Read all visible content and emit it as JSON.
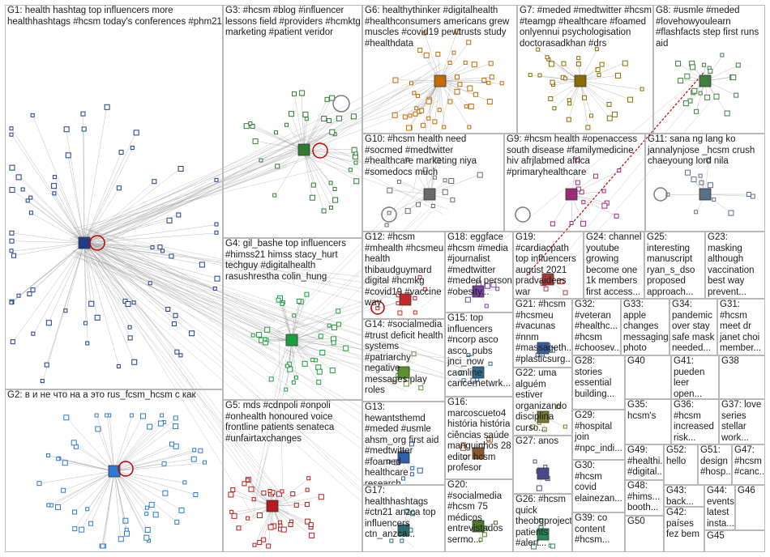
{
  "groups": [
    {
      "id": "G1",
      "label": "G1: health hashtag top influencers more healthhashtags #hcsm today's conferences #phm21"
    },
    {
      "id": "G2",
      "label": "G2: в и не что на а это rus_fcsm_hcsm с как"
    },
    {
      "id": "G3",
      "label": "G3: #hcsm #blog #influencer lessons field #providers #hcmktg marketing #patient veridor"
    },
    {
      "id": "G4",
      "label": "G4: gil_bashe top influencers #himss21 himss stacy_hurt techguy #digitalhealth rasushrestha colin_hung"
    },
    {
      "id": "G5",
      "label": "G5: mds #cdnpoli #onpoli #onhealth honoured voice frontline patients senateca #unfairtaxchanges"
    },
    {
      "id": "G6",
      "label": "G6: healthythinker #digitalhealth #healthconsumers americans grew muscles #covid19 pewtrusts study #healthdata"
    },
    {
      "id": "G7",
      "label": "G7: #meded #medtwitter #hcsm #teamgp #healthcare #foamed onlyennui psychologisation doctorasadkhan #drs"
    },
    {
      "id": "G8",
      "label": "G8: #usmle #meded #lovehowyoulearn #flashfacts step first runs aid"
    },
    {
      "id": "G9",
      "label": "G9: #hcsm health #openaccess south disease #familymedicine hiv afrjlabmed africa #primaryhealthcare"
    },
    {
      "id": "G10",
      "label": "G10: #hcsm health need #socmed #medtwitter #healthcare marketing niya #somedocs much"
    },
    {
      "id": "G11",
      "label": "G11: sana ng lang ko jannalynjose _hcsm crush chaeyoung lord nila"
    },
    {
      "id": "G12",
      "label": "G12: #hcsm #mhealth #hcsmeu health thibaudguymard digital #hcmkg #covid19 #vaccine way"
    },
    {
      "id": "G13",
      "label": "G13: hewantsthemd #meded #usmle ahsm_org first aid #medtwitter #foamed healthcare research"
    },
    {
      "id": "G14",
      "label": "G14: #socialmedia #trust deficit health systems #patriarchy negative messages play roles"
    },
    {
      "id": "G15",
      "label": "G15: top influencers #ncorp asco asco_pubs jnci_now caonline cancernetwrk..."
    },
    {
      "id": "G16",
      "label": "G16: marcoscueto4 história história ciências saúde manguinhos 28 editor hcsm profesor"
    },
    {
      "id": "G17",
      "label": "G17: healthhashtags #ctn21 anzca top influencers ctn_anzca..."
    },
    {
      "id": "G18",
      "label": "G18: eggface #hcsm #media #journalist #medtwitter #meded person #obesity..."
    },
    {
      "id": "G19",
      "label": "G19: #cardiacpath top influencers august 2021 pradvaidees war ivanakholova..."
    },
    {
      "id": "G20",
      "label": "G20: #socialmedia #hcsm 75 médicos entrevistados sermo..."
    },
    {
      "id": "G21",
      "label": "G21: #hcsm #hcsmeu #vacunas #nnm #massageth... #plasticsurg..."
    },
    {
      "id": "G22",
      "label": "G22: uma alguém estiver organizando disciplina curso..."
    },
    {
      "id": "G23",
      "label": "G23: masking although vaccination best way prevent..."
    },
    {
      "id": "G24",
      "label": "G24: channel youtube growing become one 1k members first access..."
    },
    {
      "id": "G25",
      "label": "G25: interesting manuscript ryan_s_dso proposed approach..."
    },
    {
      "id": "G26",
      "label": "G26: #hcsm quick theobgproject patients #alert..."
    },
    {
      "id": "G27",
      "label": "G27: anos"
    },
    {
      "id": "G28",
      "label": "G28: stories essential building..."
    },
    {
      "id": "G29",
      "label": "G29: #hospital join #npc_indi..."
    },
    {
      "id": "G30",
      "label": "G30: #hcsm covid elainezan..."
    },
    {
      "id": "G31",
      "label": "G31: #hcsm meet dr janet choi member..."
    },
    {
      "id": "G32",
      "label": "G32: #veteran #healthc... #hcsm #choosev..."
    },
    {
      "id": "G33",
      "label": "G33: apple changes messaging photo services..."
    },
    {
      "id": "G34",
      "label": "G34: pandemic over stay safe mask needed..."
    },
    {
      "id": "G35",
      "label": "G35: hcsm's"
    },
    {
      "id": "G36",
      "label": "G36: #hcsm increased risk..."
    },
    {
      "id": "G37",
      "label": "G37: love series stellar work..."
    },
    {
      "id": "G38",
      "label": "G38"
    },
    {
      "id": "G39",
      "label": "G39: co content #hcsm..."
    },
    {
      "id": "G40",
      "label": "G40"
    },
    {
      "id": "G41",
      "label": "G41: pueden leer open..."
    },
    {
      "id": "G42",
      "label": "G42: países fez bem"
    },
    {
      "id": "G43",
      "label": "G43: back..."
    },
    {
      "id": "G44",
      "label": "G44: events latest insta..."
    },
    {
      "id": "G45",
      "label": "G45"
    },
    {
      "id": "G46",
      "label": "G46"
    },
    {
      "id": "G47",
      "label": "G47: #hcsm #canc..."
    },
    {
      "id": "G48",
      "label": "G48: #hims... booth..."
    },
    {
      "id": "G49",
      "label": "G49: #healthi... #digital..."
    },
    {
      "id": "G50",
      "label": "G50"
    },
    {
      "id": "G51",
      "label": "G51: design #hosp..."
    },
    {
      "id": "G52",
      "label": "G52: hello"
    }
  ],
  "colors": {
    "G1": "#1f3c88",
    "G2": "#2a7bd4",
    "G3": "#2e7d32",
    "G4": "#1b9e3e",
    "G5": "#b71c1c",
    "G6": "#c46a00",
    "G7": "#8a6d00",
    "G8": "#3f7f3f",
    "G9": "#9c2a7a",
    "G10": "#6a6a6a",
    "G11": "#5a6f8a",
    "G12": "#c62828",
    "G13": "#2f5fa8",
    "G14": "#5e8f2f",
    "G15": "#2e6b8f",
    "G16": "#8a5a2e",
    "G17": "#2a6f6f",
    "G18": "#7a3fa0",
    "G19": "#b03a3a",
    "G20": "#4a7a2a",
    "G21": "#3a5fa0",
    "G22": "#7a7a2a",
    "G23": "#2a7a7a",
    "G24": "#a05a2a",
    "G25": "#6a2aa0",
    "G26": "#2a8a5a",
    "G27": "#4a4a8a",
    "G28": "#8a2a4a",
    "G29": "#2a4a8a",
    "G30": "#5a8a2a",
    "G31": "#8a4a2a",
    "G32": "#2a8a8a",
    "G33": "#6a6a2a",
    "G34": "#4a2a8a",
    "G35": "#2a6a4a",
    "G36": "#8a2a6a",
    "G37": "#4a8a6a",
    "G38": "#6a4a8a",
    "G39": "#8a6a4a",
    "G40": "#4a6a8a",
    "G41": "#6a8a4a",
    "G42": "#8a4a6a",
    "G43": "#4a8a4a",
    "G44": "#6a4a4a",
    "G45": "#4a4a6a",
    "G46": "#6a6a4a",
    "G47": "#4a6a6a",
    "G48": "#6a4a6a",
    "G49": "#4a6a4a",
    "G50": "#6a6a6a",
    "G51": "#5a5a8a",
    "G52": "#8a5a5a"
  }
}
